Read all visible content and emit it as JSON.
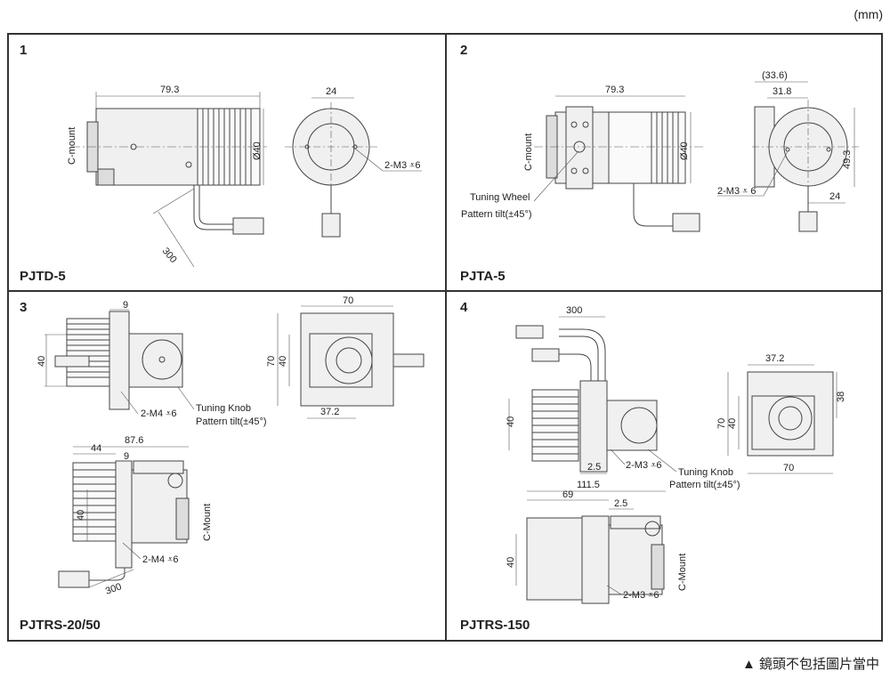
{
  "unit_label": "(mm)",
  "footer_note": "▲ 鏡頭不包括圖片當中",
  "panels": [
    {
      "number": "1",
      "model": "PJTD-5",
      "labels": {
        "length": "79.3",
        "side_width": "24",
        "diameter": "Ø40",
        "mount": "C-mount",
        "screw": "2-M3 ⩡6",
        "cable": "300"
      }
    },
    {
      "number": "2",
      "model": "PJTA-5",
      "labels": {
        "length": "79.3",
        "ref": "(33.6)",
        "w1": "31.8",
        "diameter": "Ø40",
        "mount": "C-mount",
        "height": "49.3",
        "screw": "2-M3 ⩡ 6",
        "w2": "24",
        "wheel": "Tuning Wheel",
        "tilt": "Pattern tilt(±45°)"
      }
    },
    {
      "number": "3",
      "model": "PJTRS-20/50",
      "labels": {
        "top9": "9",
        "h40": "40",
        "top70": "70",
        "side70": "70",
        "side40": "40",
        "w37": "37.2",
        "screw1": "2-M4 ⩡6",
        "knob": "Tuning Knob",
        "tilt": "Pattern tilt(±45°)",
        "len876": "87.6",
        "len44": "44",
        "b9": "9",
        "b40": "40",
        "mount": "C-Mount",
        "screw2": "2-M4 ⩡6",
        "cable": "300"
      }
    },
    {
      "number": "4",
      "model": "PJTRS-150",
      "labels": {
        "cable": "300",
        "h40": "40",
        "w25": "2.5",
        "screw1": "2-M3 ⩡6",
        "w372": "37.2",
        "h38": "38",
        "h70": "70",
        "h40b": "40",
        "w70": "70",
        "knob": "Tuning Knob",
        "tilt": "Pattern tilt(±45°)",
        "len1115": "111.5",
        "len69": "69",
        "b25": "2.5",
        "b40": "40",
        "mount": "C-Mount",
        "screw2": "2-M3 ⩡6"
      }
    }
  ]
}
